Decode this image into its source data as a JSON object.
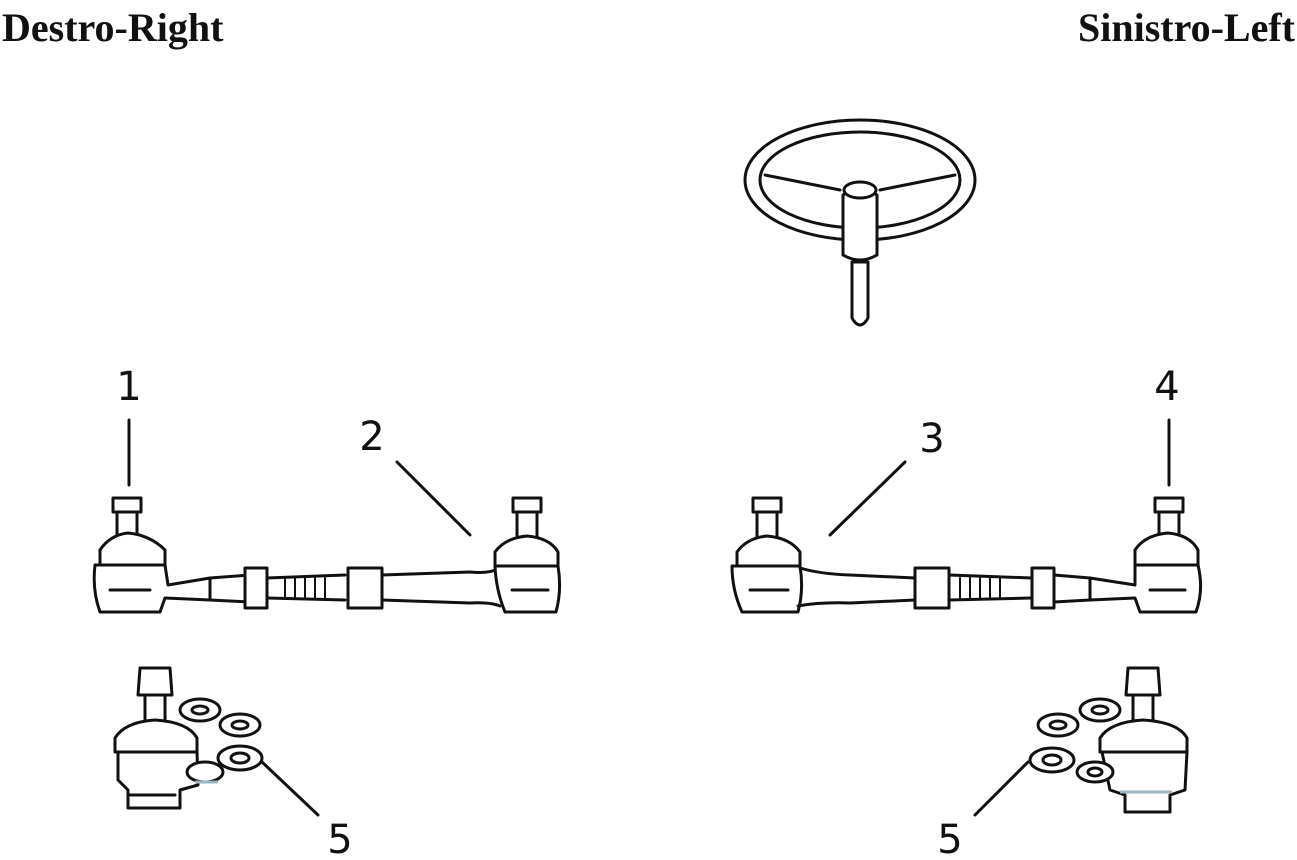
{
  "headings": {
    "right": "Destro-Right",
    "left": "Sinistro-Left"
  },
  "callouts": [
    "1",
    "2",
    "3",
    "4",
    "5",
    "5"
  ],
  "colors": {
    "ink": "#111111",
    "background": "#ffffff",
    "accent": "#9bb7c2"
  }
}
